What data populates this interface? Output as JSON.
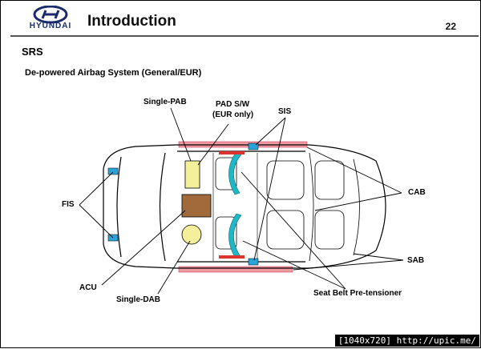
{
  "header": {
    "brand": "HYUNDAI",
    "title": "Introduction",
    "page_number": "22"
  },
  "section_heading": "SRS",
  "subtitle": "De-powered Airbag System (General/EUR)",
  "labels": {
    "single_pab": "Single-PAB",
    "pad_sw": "PAD S/W",
    "eur_only": "(EUR only)",
    "sis": "SIS",
    "fis": "FIS",
    "cab": "CAB",
    "sab": "SAB",
    "acu": "ACU",
    "single_dab": "Single-DAB",
    "seat_belt": "Seat Belt Pre-tensioner"
  },
  "footer": "[1040x720] http://upic.me/",
  "colors": {
    "brand_blue": "#1a2b6d",
    "airbag_cyan": "#1fb7c6",
    "curtain_pink": "#ef9aa0",
    "pab_yellow": "#f4ef9a",
    "acu_brown": "#a06a3a",
    "sensor_blue": "#2aa4d8"
  }
}
